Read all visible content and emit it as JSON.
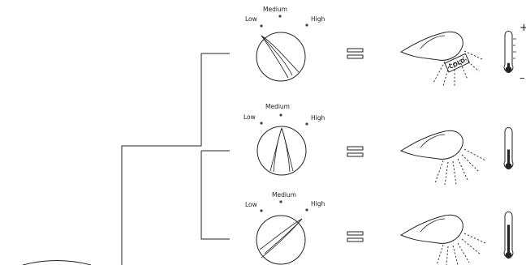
{
  "rows": [
    {
      "labels": {
        "low": "Low",
        "medium": "Medium",
        "high": "High"
      },
      "setting": "low",
      "stamp": "COLD",
      "thermometer_level": 0.2
    },
    {
      "labels": {
        "low": "Low",
        "medium": "Medium",
        "high": "High"
      },
      "setting": "medium",
      "stamp": "",
      "thermometer_level": 0.5
    },
    {
      "labels": {
        "low": "Low",
        "medium": "Medium",
        "high": "High"
      },
      "setting": "high",
      "stamp": "",
      "thermometer_level": 0.8
    }
  ],
  "scale": {
    "plus": "+",
    "minus": "–"
  },
  "equals_symbol": "="
}
